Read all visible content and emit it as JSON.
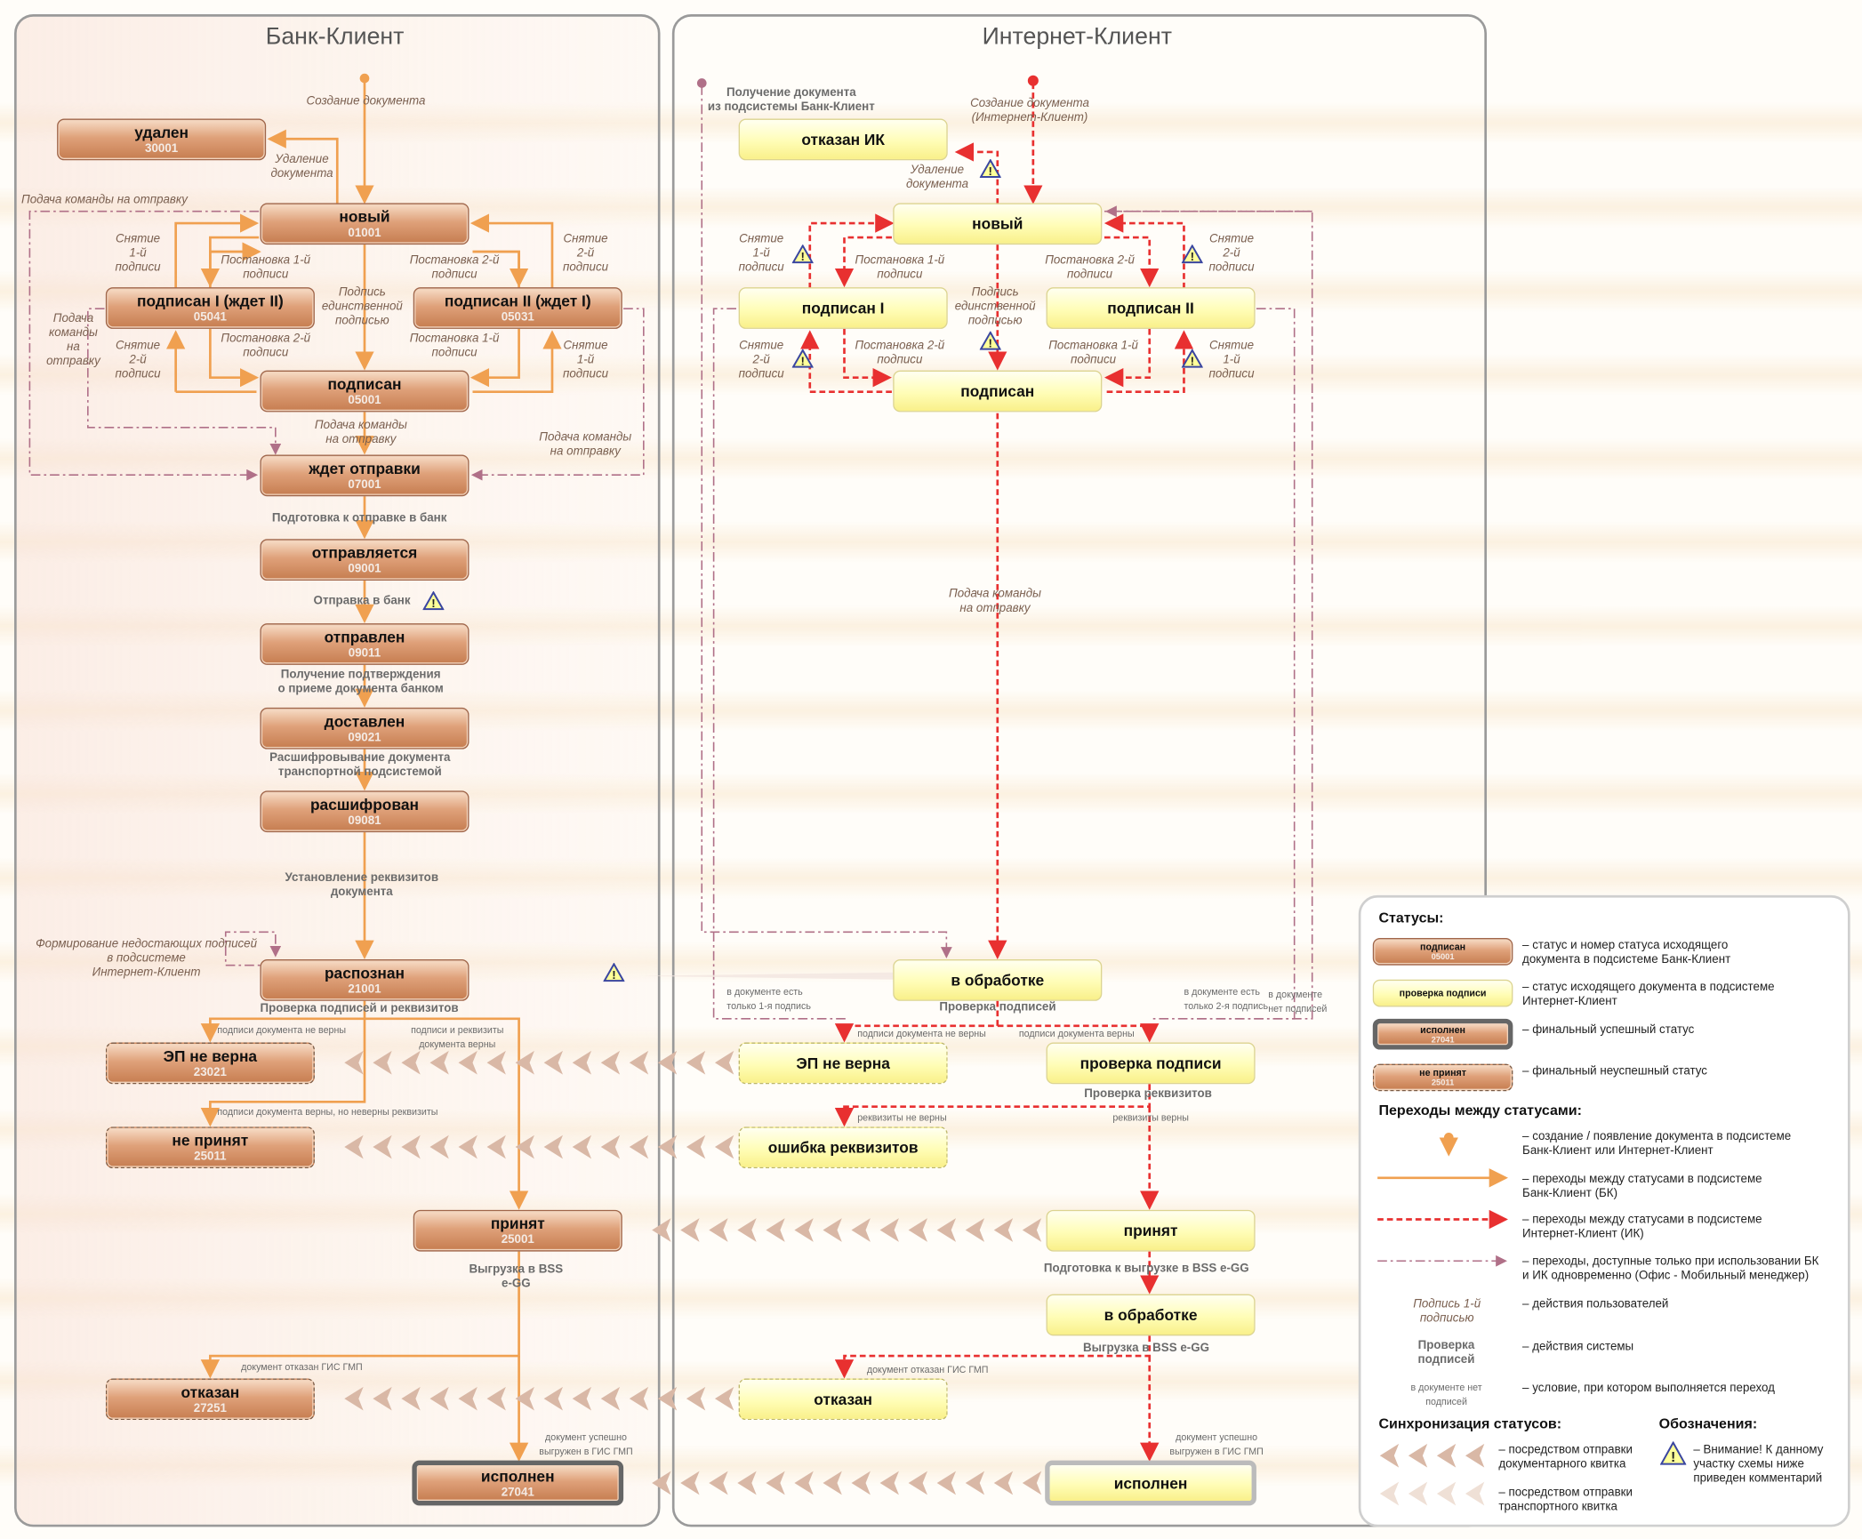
{
  "panels": {
    "bk_title": "Банк-Клиент",
    "ik_title": "Интернет-Клиент"
  },
  "bk": {
    "deleted": {
      "name": "удален",
      "code": "30001"
    },
    "new": {
      "name": "новый",
      "code": "01001"
    },
    "signed1": {
      "name": "подписан I (ждет II)",
      "code": "05041"
    },
    "signed2": {
      "name": "подписан II (ждет I)",
      "code": "05031"
    },
    "signed": {
      "name": "подписан",
      "code": "05001"
    },
    "waiting": {
      "name": "ждет отправки",
      "code": "07001"
    },
    "sending": {
      "name": "отправляется",
      "code": "09001"
    },
    "sent": {
      "name": "отправлен",
      "code": "09011"
    },
    "delivered": {
      "name": "доставлен",
      "code": "09021"
    },
    "decrypted": {
      "name": "расшифрован",
      "code": "09081"
    },
    "recognized": {
      "name": "распознан",
      "code": "21001"
    },
    "ep_invalid": {
      "name": "ЭП не верна",
      "code": "23021"
    },
    "not_accepted": {
      "name": "не принят",
      "code": "25011"
    },
    "accepted": {
      "name": "принят",
      "code": "25001"
    },
    "rejected": {
      "name": "отказан",
      "code": "27251"
    },
    "done": {
      "name": "исполнен",
      "code": "27041"
    }
  },
  "ik": {
    "rejected_ik": "отказан ИК",
    "new": "новый",
    "signed1": "подписан I",
    "signed2": "подписан II",
    "signed": "подписан",
    "processing": "в обработке",
    "ep_invalid": "ЭП не верна",
    "check_sign": "проверка подписи",
    "req_error": "ошибка реквизитов",
    "accepted": "принят",
    "processing2": "в обработке",
    "rejected": "отказан",
    "done": "исполнен"
  },
  "labels": {
    "bk_create": "Создание документа",
    "bk_delete": "Удаление\nдокумента",
    "send_cmd_top": "Подача команды на отправку",
    "rm1_bk": "Снятие\n1-й\nподписи",
    "rm2_bk": "Снятие\n2-й\nподписи",
    "set1_bk": "Постановка 1-й\nподписи",
    "set2_bk": "Постановка 2-й\nподписи",
    "single_sig": "Подпись\nединственной\nподписью",
    "set2_bk_b": "Постановка 2-й\nподписи",
    "set1_bk_b": "Постановка 1-й\nподписи",
    "rm2_bk_b": "Снятие\n2-й\nподписи",
    "rm1_bk_b": "Снятие\n1-й\nподписи",
    "send_cmd_left": "Подача\nкоманды\nна\nотправку",
    "send_cmd_mid": "Подача команды\nна отправку",
    "send_cmd_right": "Подача команды\nна отправку",
    "prep_send": "Подготовка к отправке в банк",
    "send_bank": "Отправка в банк",
    "confirm": "Получение подтверждения\nо приеме документа банком",
    "decrypt": "Расшифровывание документа\nтранспортной подсистемой",
    "set_req": "Установление реквизитов\nдокумента",
    "form_missing": "Формирование недостающих подписей\nв подсистеме\nИнтернет-Клиент",
    "check_sig_req": "Проверка подписей и реквизитов",
    "sig_invalid": "подписи документа не верны",
    "sig_req_ok": "подписи и реквизиты\nдокумента верны",
    "sig_ok_req_bad": "подписи документа верны, но неверны реквизиты",
    "export_bss": "Выгрузка в BSS\ne-GG",
    "gis_reject": "документ отказан ГИС ГМП",
    "gis_ok": "документ успешно\nвыгружен в ГИС ГМП",
    "ik_receive": "Получение документа\nиз подсистемы Банк-Клиент",
    "ik_create": "Создание документа\n(Интернет-Клиент)",
    "ik_delete": "Удаление\nдокумента",
    "ik_rm1": "Снятие\n1-й\nподписи",
    "ik_rm2": "Снятие\n2-й\nподписи",
    "ik_set1": "Постановка 1-й\nподписи",
    "ik_set2": "Постановка 2-й\nподписи",
    "ik_single": "Подпись\nединственной\nподписью",
    "ik_rm2_b": "Снятие\n2-й\nподписи",
    "ik_rm1_b": "Снятие\n1-й\nподписи",
    "ik_set2_b": "Постановка 2-й\nподписи",
    "ik_set1_b": "Постановка 1-й\nподписи",
    "ik_send_cmd": "Подача команды\nна отправку",
    "only1": "в документе есть\nтолько 1-я подпись",
    "only2": "в документе есть\nтолько 2-я подпись",
    "no_sigs": "в документе\nнет подписей",
    "ik_check_sigs": "Проверка подписей",
    "ik_sig_invalid": "подписи документа не верны",
    "ik_sig_ok": "подписи документа верны",
    "ik_check_req": "Проверка реквизитов",
    "ik_req_bad": "реквизиты не верны",
    "ik_req_ok": "реквизиты верны",
    "ik_prep_bss": "Подготовка к выгрузке в BSS e-GG",
    "ik_export_bss": "Выгрузка в BSS e-GG",
    "ik_gis_reject": "документ отказан ГИС ГМП",
    "ik_gis_ok": "документ успешно\nвыгружен в ГИС ГМП"
  },
  "legend": {
    "statuses_title": "Статусы:",
    "s1_box": "подписан",
    "s1_code": "05001",
    "s1_text": "– статус и номер статуса исходящего\nдокумента в подсистеме Банк-Клиент",
    "s2_box": "проверка подписи",
    "s2_text": "– статус исходящего документа в подсистеме\nИнтернет-Клиент",
    "s3_box": "исполнен",
    "s3_code": "27041",
    "s3_text": "– финальный успешный статус",
    "s4_box": "не принят",
    "s4_code": "25011",
    "s4_text": "– финальный неуспешный статус",
    "trans_title": "Переходы между статусами:",
    "t1": "– создание / появление документа в подсистеме\nБанк-Клиент или Интернет-Клиент",
    "t2": "– переходы между статусами в подсистеме\nБанк-Клиент (БК)",
    "t3": "– переходы между статусами в подсистеме\nИнтернет-Клиент (ИК)",
    "t4": "– переходы, доступные только при использовании БК\nи ИК одновременно (Офис - Мобильный менеджер)",
    "user_sample": "Подпись 1-й\nподписью",
    "t5": "– действия пользователей",
    "sys_sample": "Проверка\nподписей",
    "t6": "– действия системы",
    "cond_sample": "в документе нет\nподписей",
    "t7": "– условие, при котором выполняется переход",
    "sync_title": "Синхронизация статусов:",
    "sync1": "– посредством отправки\nдокументарного квитка",
    "sync2": "– посредством отправки\nтранспортного квитка",
    "notes_title": "Обозначения:",
    "note1": "– Внимание! К данному\nучастку схемы ниже\nприведен комментарий"
  },
  "colors": {
    "bk_arrow": "#f0a050",
    "ik_arrow": "#e83030",
    "link_arrow": "#b07088",
    "bk_box": "#d9956b",
    "ik_box": "#fffcb0"
  }
}
